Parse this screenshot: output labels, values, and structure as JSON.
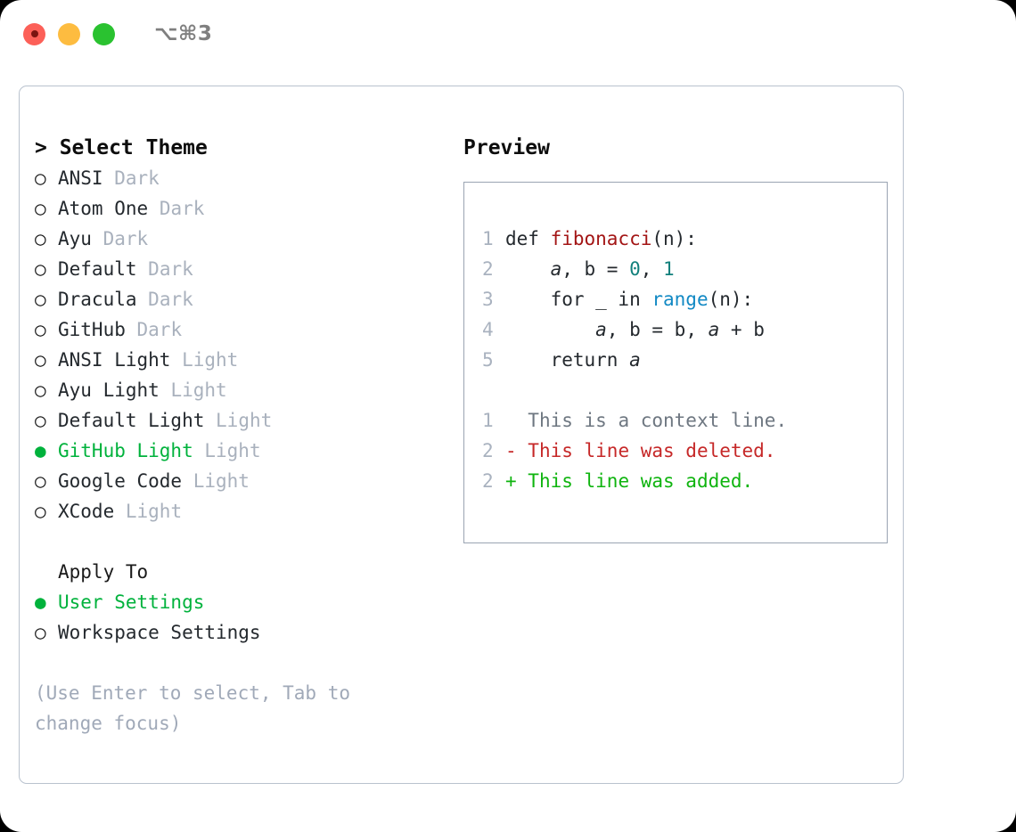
{
  "window": {
    "shortcut": "⌥⌘3",
    "traffic_lights": [
      {
        "name": "close",
        "color": "#fc6058"
      },
      {
        "name": "minimize",
        "color": "#fdbc40"
      },
      {
        "name": "zoom",
        "color": "#2ac230"
      }
    ]
  },
  "theme_section": {
    "title": "> Select Theme",
    "selected_bullet": "●",
    "unselected_bullet": "○",
    "accent_color": "#00b23c",
    "items": [
      {
        "bullet": "○",
        "label": "ANSI",
        "variant": "Dark",
        "selected": false
      },
      {
        "bullet": "○",
        "label": "Atom One",
        "variant": "Dark",
        "selected": false
      },
      {
        "bullet": "○",
        "label": "Ayu",
        "variant": "Dark",
        "selected": false
      },
      {
        "bullet": "○",
        "label": "Default",
        "variant": "Dark",
        "selected": false
      },
      {
        "bullet": "○",
        "label": "Dracula",
        "variant": "Dark",
        "selected": false
      },
      {
        "bullet": "○",
        "label": "GitHub",
        "variant": "Dark",
        "selected": false
      },
      {
        "bullet": "○",
        "label": "ANSI Light",
        "variant": "Light",
        "selected": false
      },
      {
        "bullet": "○",
        "label": "Ayu Light",
        "variant": "Light",
        "selected": false
      },
      {
        "bullet": "○",
        "label": "Default Light",
        "variant": "Light",
        "selected": false
      },
      {
        "bullet": "●",
        "label": "GitHub Light",
        "variant": "Light",
        "selected": true
      },
      {
        "bullet": "○",
        "label": "Google Code",
        "variant": "Light",
        "selected": false
      },
      {
        "bullet": "○",
        "label": "XCode",
        "variant": "Light",
        "selected": false
      }
    ]
  },
  "apply_section": {
    "title": "Apply To",
    "items": [
      {
        "bullet": "●",
        "label": "User Settings",
        "selected": true
      },
      {
        "bullet": "○",
        "label": "Workspace Settings",
        "selected": false
      }
    ]
  },
  "hint": "(Use Enter to select, Tab to change focus)",
  "preview": {
    "title": "Preview",
    "code_lines": [
      {
        "number": "1",
        "tokens": [
          {
            "text": "def ",
            "type": "plain"
          },
          {
            "text": "fibonacci",
            "type": "fn"
          },
          {
            "text": "(n):",
            "type": "plain"
          }
        ]
      },
      {
        "number": "2",
        "tokens": [
          {
            "text": "    ",
            "type": "plain"
          },
          {
            "text": "a",
            "type": "var"
          },
          {
            "text": ", b = ",
            "type": "plain"
          },
          {
            "text": "0",
            "type": "num"
          },
          {
            "text": ", ",
            "type": "plain"
          },
          {
            "text": "1",
            "type": "num"
          }
        ]
      },
      {
        "number": "3",
        "tokens": [
          {
            "text": "    for _ in ",
            "type": "plain"
          },
          {
            "text": "range",
            "type": "builtin"
          },
          {
            "text": "(n):",
            "type": "plain"
          }
        ]
      },
      {
        "number": "4",
        "tokens": [
          {
            "text": "        ",
            "type": "plain"
          },
          {
            "text": "a",
            "type": "var"
          },
          {
            "text": ", b = b, ",
            "type": "plain"
          },
          {
            "text": "a",
            "type": "var"
          },
          {
            "text": " + b",
            "type": "plain"
          }
        ]
      },
      {
        "number": "5",
        "tokens": [
          {
            "text": "    return ",
            "type": "plain"
          },
          {
            "text": "a",
            "type": "var"
          }
        ]
      }
    ],
    "diff_lines": [
      {
        "number": "1",
        "marker": "  ",
        "text": "This is a context line.",
        "kind": "context"
      },
      {
        "number": "2",
        "marker": "- ",
        "text": "This line was deleted.",
        "kind": "delete"
      },
      {
        "number": "2",
        "marker": "+ ",
        "text": "This line was added.",
        "kind": "add"
      }
    ]
  }
}
